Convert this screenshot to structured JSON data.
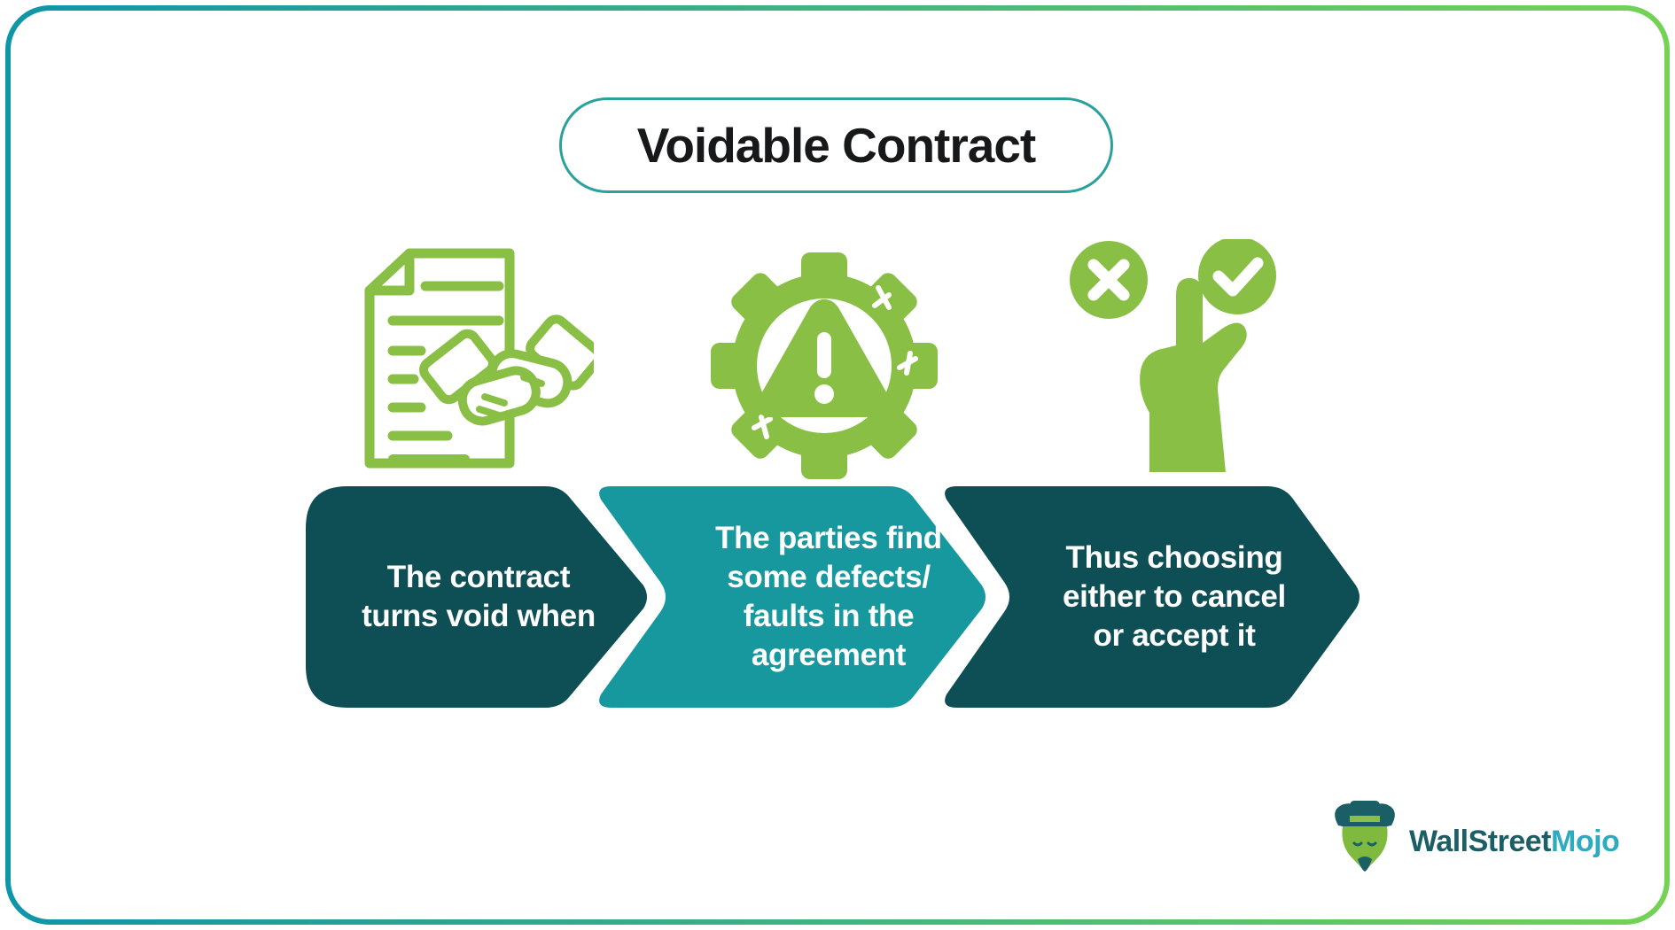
{
  "colors": {
    "dark_teal": "#0d4f55",
    "teal": "#17989e",
    "green": "#8abf45",
    "green_light": "#7fba3e",
    "border_teal": "#0f95a9",
    "border_green": "#74d355",
    "pill_border": "#2aa19c",
    "title_color": "#17181a",
    "logo_dark": "#1c5e66",
    "logo_light": "#2fabc0"
  },
  "title": {
    "label": "Voidable Contract"
  },
  "steps": [
    {
      "name": "step-1",
      "icon": "contract-handshake-icon",
      "text": "The contract\nturns void when"
    },
    {
      "name": "step-2",
      "icon": "defective-gear-warning-icon",
      "text": "The parties find\nsome defects/\nfaults in the\nagreement"
    },
    {
      "name": "step-3",
      "icon": "choice-hand-icon",
      "text": "Thus choosing\neither to cancel\nor accept it"
    }
  ],
  "logo": {
    "brand_primary": "WallStreet",
    "brand_secondary": "Mojo"
  }
}
